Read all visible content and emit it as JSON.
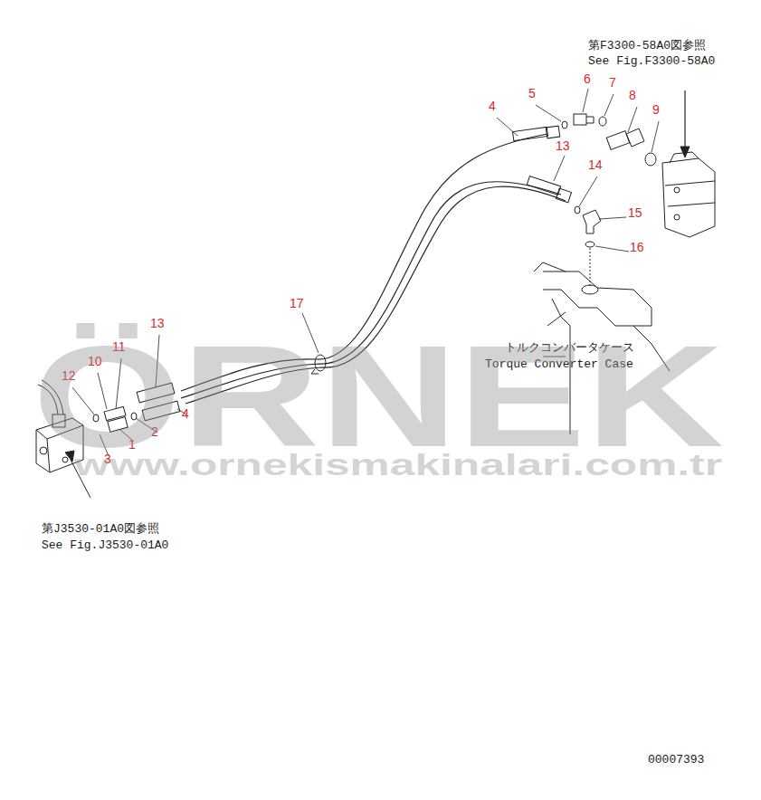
{
  "diagram": {
    "labels": [
      "6",
      "7",
      "5",
      "8",
      "4",
      "9",
      "13",
      "14",
      "15",
      "16",
      "17",
      "13",
      "11",
      "10",
      "12",
      "4",
      "2",
      "1",
      "3",
      "第F3300-58A0図参照",
      "See Fig.F3300-58A0",
      "トルクコンバータケース",
      "Torque Converter Case",
      "第J3530-01A0図参照",
      "See Fig.J3530-01A0",
      "00007393",
      "ÖRNEK",
      "www.ornekismakinalari.com.tr"
    ]
  }
}
